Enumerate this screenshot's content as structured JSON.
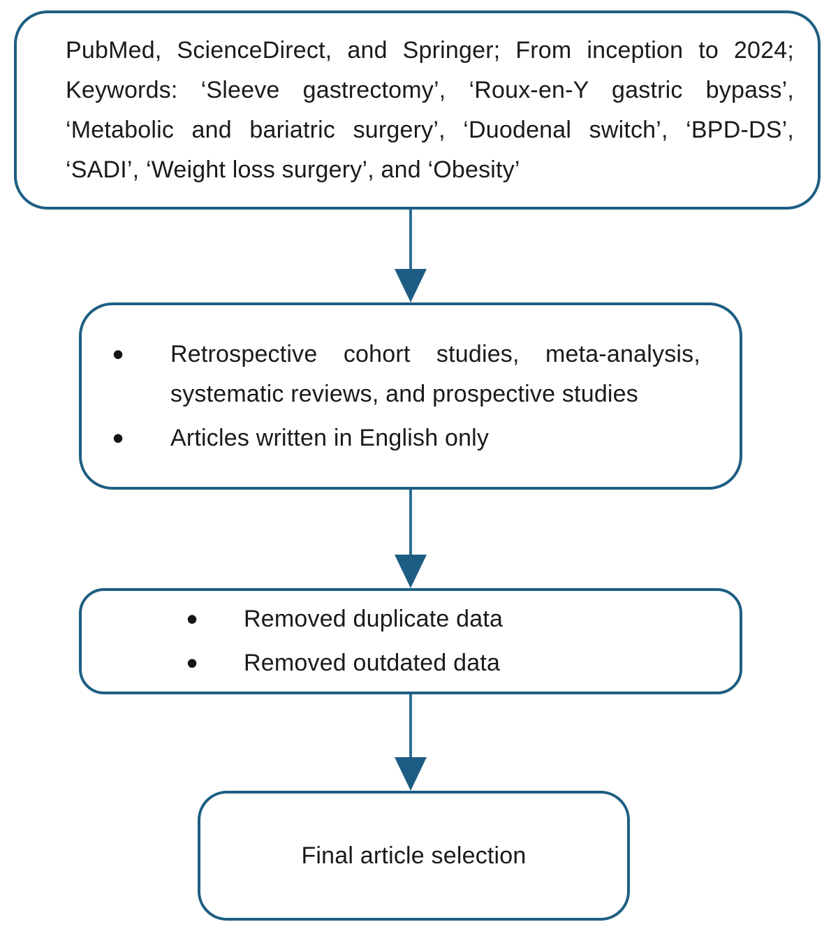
{
  "flowchart": {
    "colors": {
      "border": "#1e5e82",
      "arrow_line": "#2d6e92",
      "arrow_head": "#1d5d83",
      "text": "#1a1a1a",
      "background": "#ffffff"
    },
    "bullet_glyph": "•",
    "boxes": [
      {
        "id": "search-strategy",
        "text": "PubMed, ScienceDirect, and Springer; From inception to 2024; Keywords: ‘Sleeve gastrectomy’, ‘Roux-en-Y gastric bypass’, ‘Metabolic and bariatric surgery’, ‘Duodenal switch’, ‘BPD-DS’, ‘SADI’, ‘Weight loss surgery’, and ‘Obesity’"
      },
      {
        "id": "inclusion-criteria",
        "items": [
          "Retrospective cohort studies, meta-analysis, systematic reviews, and prospective studies",
          "Articles written in English only"
        ]
      },
      {
        "id": "data-cleaning",
        "items": [
          "Removed duplicate data",
          "Removed outdated data"
        ]
      },
      {
        "id": "final-selection",
        "text": "Final article selection"
      }
    ]
  }
}
